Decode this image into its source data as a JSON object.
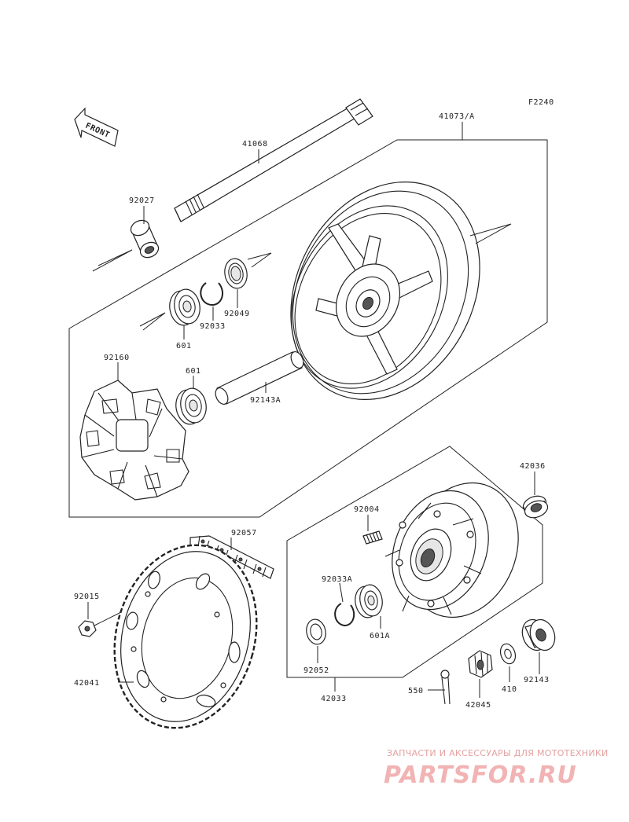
{
  "diagram": {
    "code": "F2240",
    "front_label": "FRONT",
    "parts": [
      {
        "id": "p41068",
        "label": "41068"
      },
      {
        "id": "p41073",
        "label": "41073/A"
      },
      {
        "id": "p92027",
        "label": "92027"
      },
      {
        "id": "p92049",
        "label": "92049"
      },
      {
        "id": "p92033",
        "label": "92033"
      },
      {
        "id": "p601a",
        "label": "601"
      },
      {
        "id": "p601b",
        "label": "601"
      },
      {
        "id": "p92160",
        "label": "92160"
      },
      {
        "id": "p92143a",
        "label": "92143A"
      },
      {
        "id": "p42036",
        "label": "42036"
      },
      {
        "id": "p92004",
        "label": "92004"
      },
      {
        "id": "p92057",
        "label": "92057"
      },
      {
        "id": "p92033a",
        "label": "92033A"
      },
      {
        "id": "p601A",
        "label": "601A"
      },
      {
        "id": "p92015",
        "label": "92015"
      },
      {
        "id": "p92052",
        "label": "92052"
      },
      {
        "id": "p42041",
        "label": "42041"
      },
      {
        "id": "p42033",
        "label": "42033"
      },
      {
        "id": "p550",
        "label": "550"
      },
      {
        "id": "p42045",
        "label": "42045"
      },
      {
        "id": "p410",
        "label": "410"
      },
      {
        "id": "p92143",
        "label": "92143"
      }
    ]
  },
  "watermark": {
    "subtitle": "ЗАПЧАСТИ И АКСЕССУАРЫ ДЛЯ МОТОТЕХНИКИ",
    "brand": "PARTSFOR.RU"
  }
}
